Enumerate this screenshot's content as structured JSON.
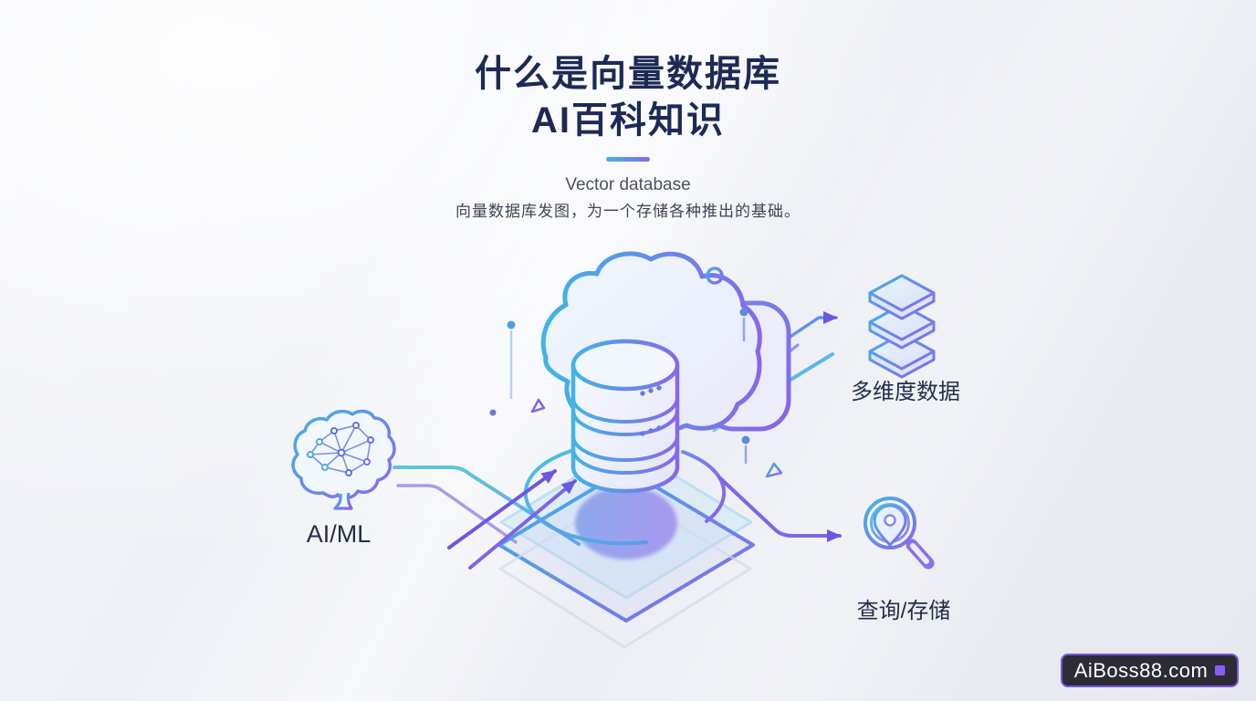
{
  "header": {
    "title_line1": "什么是向量数据库",
    "title_line2": "AI百科知识",
    "subtitle_en": "Vector database",
    "subtitle_zh": "向量数据库发图，为一个存储各种推出的基础。"
  },
  "diagram": {
    "center_icon": "cloud-database-icon",
    "labels": {
      "ai_ml": "AI/ML",
      "multi_dim": "多维度数据",
      "query_storage": "查询/存储"
    },
    "icons": {
      "left": "brain-network-icon",
      "top_right": "stacked-layers-icon",
      "bottom_right": "search-location-icon"
    }
  },
  "watermark": {
    "text": "AiBoss88.com"
  },
  "colors": {
    "accent_cyan": "#4cb8e8",
    "accent_purple": "#8166e8",
    "title_navy": "#1c2a55",
    "label_dark": "#242e4a",
    "background": "#edeff5",
    "watermark_bg": "#2b2c34",
    "watermark_border": "#7a55e8",
    "watermark_square": "#8a5cf6"
  }
}
